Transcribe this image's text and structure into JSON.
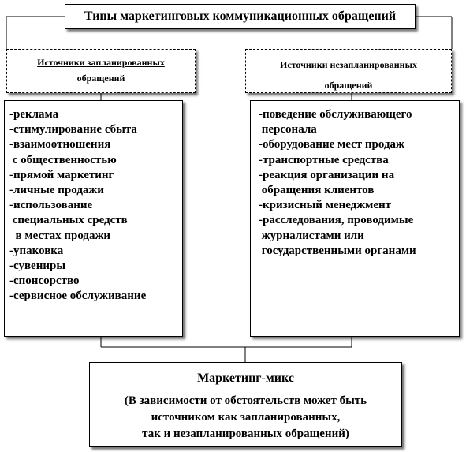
{
  "title": "Типы маркетинговых коммуникационных обращений",
  "planned": {
    "header_line1": "Источники запланированных",
    "header_line2": "обращений",
    "items": [
      "-реклама",
      "-стимулирование сбыта",
      "-взаимоотношения",
      " с общественностью",
      "-прямой маркетинг",
      "-личные продажи",
      "-использование",
      " специальных средств",
      "  в местах продажи",
      "-упаковка",
      "-сувениры",
      "-спонсорство",
      "-сервисное обслуживание"
    ]
  },
  "unplanned": {
    "header_line1": "Источники незапланированных",
    "header_line2": "обращений",
    "items": [
      "-поведение обслуживающего",
      " персонала",
      "-оборудование мест продаж",
      "-транспортные средства",
      "-реакция организации на",
      " обращения клиентов",
      "-кризисный менеджмент",
      "-расследования, проводимые",
      " журналистами или",
      " государственными органами"
    ]
  },
  "mix": {
    "title": "Маркетинг-микс",
    "desc_line1": "(В зависимости от обстоятельств может быть",
    "desc_line2": "источником как запланированных,",
    "desc_line3": "так и незапланированных обращений)"
  }
}
